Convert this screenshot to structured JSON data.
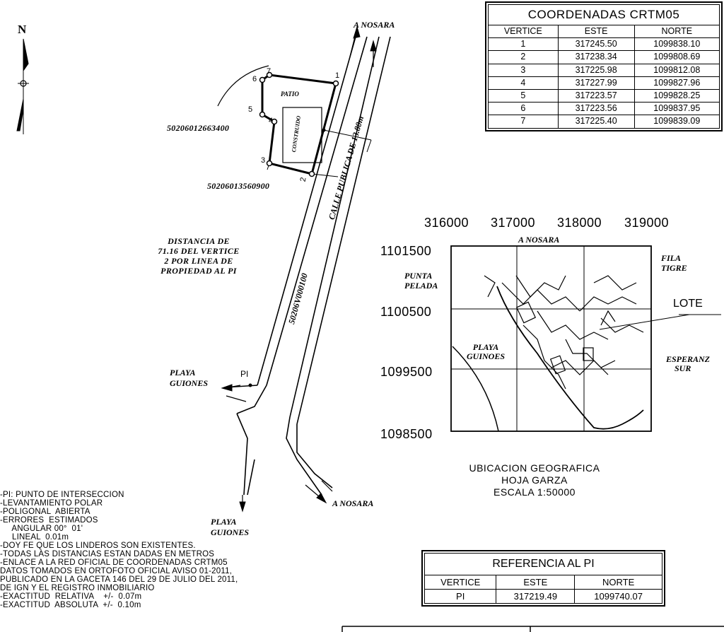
{
  "north_symbol": "N",
  "roads": {
    "nosara_top": "A NOSARA",
    "nosara_bottom": "A NOSARA",
    "playa_guiones_left": [
      "PLAYA",
      "GUIONES"
    ],
    "playa_guiones_bottom": [
      "PLAYA",
      "GUIONES"
    ]
  },
  "plot": {
    "patio_label": "PATIO",
    "construido_label": "CONSTRUIDO",
    "vertex_labels": [
      "1",
      "2",
      "3",
      "4",
      "5",
      "6",
      "7"
    ],
    "parcel_north": "50206012663400",
    "parcel_south": "50206013560900",
    "street_label": "CALLE PUBLICA DE 13.80m",
    "street_id": "50206V000100",
    "pi_label": "PI"
  },
  "distance_note": [
    "DISTANCIA DE",
    "71.16  DEL VERTICE",
    "2 POR LINEA DE",
    "PROPIEDAD AL PI"
  ],
  "coord_table": {
    "title": "COORDENADAS CRTM05",
    "headers": [
      "VERTICE",
      "ESTE",
      "NORTE"
    ],
    "rows": [
      [
        "1",
        "317245.50",
        "1099838.10"
      ],
      [
        "2",
        "317238.34",
        "1099808.69"
      ],
      [
        "3",
        "317225.98",
        "1099812.08"
      ],
      [
        "4",
        "317227.99",
        "1099827.96"
      ],
      [
        "5",
        "317223.57",
        "1099828.25"
      ],
      [
        "6",
        "317223.56",
        "1099837.95"
      ],
      [
        "7",
        "317225.40",
        "1099839.09"
      ]
    ]
  },
  "location_map": {
    "x_ticks": [
      "316000",
      "317000",
      "318000",
      "319000"
    ],
    "y_ticks": [
      "1101500",
      "1100500",
      "1099500",
      "1098500"
    ],
    "place_nosara": "A NOSARA",
    "place_punta_pelada": [
      "PUNTA",
      "PELADA"
    ],
    "place_fila_tigre": [
      "FILA",
      "TIGRE"
    ],
    "place_playa_guinoes": [
      "PLAYA",
      "GUINOES"
    ],
    "place_esperanza_sur": [
      "ESPERANZ",
      "SUR"
    ],
    "lote_label": "LOTE",
    "caption": [
      "UBICACION  GEOGRAFICA",
      "HOJA  GARZA",
      "ESCALA  1:50000"
    ]
  },
  "ref_table": {
    "title": "REFERENCIA AL PI",
    "headers": [
      "VERTICE",
      "ESTE",
      "NORTE"
    ],
    "row": [
      "PI",
      "317219.49",
      "1099740.07"
    ]
  },
  "notes": [
    "-PI: PUNTO DE INTERSECCION",
    "-LEVANTAMIENTO POLAR",
    "-POLIGONAL  ABIERTA",
    "-ERRORES  ESTIMADOS",
    "     ANGULAR 00°  01'",
    "     LINEAL  0.01m",
    "-DOY FE QUE LOS LINDEROS SON EXISTENTES.",
    "-TODAS LAS DISTANCIAS ESTAN DADAS EN METROS",
    "-ENLACE A LA RED OFICIAL DE COORDENADAS CRTM05",
    "DATOS TOMADOS EN ORTOFOTO OFICIAL AVISO 01-2011,",
    "PUBLICADO EN LA GACETA 146 DEL 29 DE JULIO DEL 2011,",
    "DE IGN Y EL REGISTRO INMOBILIARIO",
    "-EXACTITUD  RELATIVA    +/-  0.07m",
    "-EXACTITUD  ABSOLUTA  +/-  0.10m"
  ]
}
